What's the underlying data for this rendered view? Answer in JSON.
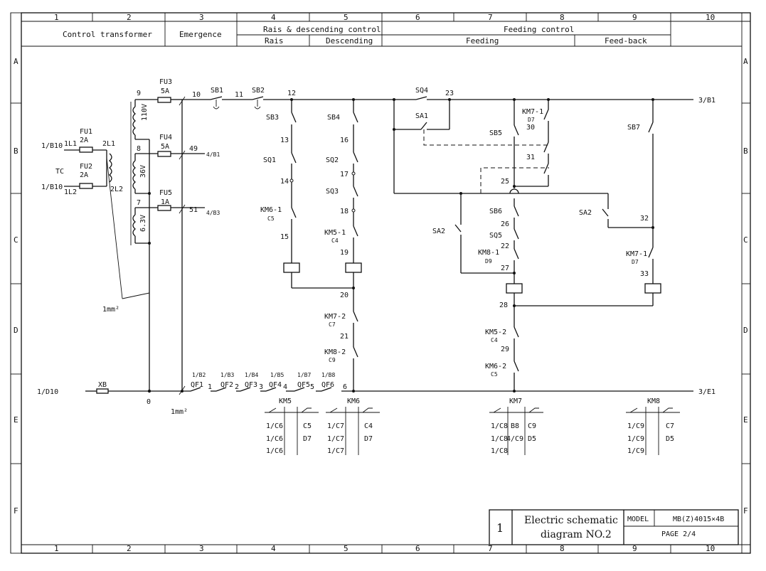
{
  "grid": {
    "columns": [
      "1",
      "2",
      "3",
      "4",
      "5",
      "6",
      "7",
      "8",
      "9",
      "10"
    ],
    "rows": [
      "A",
      "B",
      "C",
      "D",
      "E",
      "F"
    ]
  },
  "header": {
    "control_transformer": "Control transformer",
    "emergence": "Emergence",
    "rais_descending_control": "Rais & descending control",
    "rais": "Rais",
    "descending": "Descending",
    "feeding_control": "Feeding control",
    "feeding": "Feeding",
    "feed_back": "Feed-back"
  },
  "labels": {
    "fu1": "FU1",
    "fu1_rating": "2A",
    "fu2": "FU2",
    "fu2_rating": "2A",
    "fu3": "FU3",
    "fu3_rating": "5A",
    "fu4": "FU4",
    "fu4_rating": "5A",
    "fu5": "FU5",
    "fu5_rating": "1A",
    "ref_1b10_a": "1/B10",
    "ref_1b10_b": "1/B10",
    "n_1l1": "1L1",
    "n_1l2": "1L2",
    "n_2l1": "2L1",
    "n_2l2": "2L2",
    "tc": "TC",
    "v110": "110V",
    "v36": "36V",
    "v63": "6.3V",
    "n9": "9",
    "n8": "8",
    "n7": "7",
    "n10": "10",
    "n11": "11",
    "n12": "12",
    "n49": "49",
    "n51": "51",
    "ref_4b1": "4/B1",
    "ref_4b3": "4/B3",
    "mm2_a": "1mm²",
    "mm2_b": "1mm²",
    "sb1": "SB1",
    "sb2": "SB2",
    "sb3": "SB3",
    "sb4": "SB4",
    "n13": "13",
    "n14": "14",
    "n15": "15",
    "n16": "16",
    "n17": "17",
    "n18": "18",
    "n19": "19",
    "n20": "20",
    "n21": "21",
    "sq1": "SQ1",
    "sq2": "SQ2",
    "sq3": "SQ3",
    "km6_1": "KM6-1",
    "km6_1_ref": "C5",
    "km5_1": "KM5-1",
    "km5_1_ref": "C4",
    "km7_2": "KM7-2",
    "km7_2_ref": "C7",
    "km8_2": "KM8-2",
    "km8_2_ref": "C9",
    "sq4": "SQ4",
    "n23": "23",
    "sa1": "SA1",
    "km7_1_top": "KM7-1",
    "km7_1_top_ref": "D7",
    "n30": "30",
    "sb5": "SB5",
    "n31": "31",
    "n25": "25",
    "sb6": "SB6",
    "n26": "26",
    "sq5": "SQ5",
    "n22": "22",
    "km8_1": "KM8-1",
    "km8_1_ref": "D9",
    "n27": "27",
    "n28": "28",
    "km5_2": "KM5-2",
    "km5_2_ref": "C4",
    "n29": "29",
    "km6_2": "KM6-2",
    "km6_2_ref": "C5",
    "sa2_left": "SA2",
    "sa2_right": "SA2",
    "sb7": "SB7",
    "n32": "32",
    "km7_1_right": "KM7-1",
    "km7_1_right_ref": "D7",
    "n33": "33",
    "bus_top_ref": "3/B1",
    "bus_bottom_ref": "3/E1",
    "ref_1d10": "1/D10",
    "xb": "XB",
    "n0": "0",
    "b1_ref": "1/B2",
    "b2_ref": "1/B3",
    "b3_ref": "1/B4",
    "b4_ref": "1/B5",
    "b5_ref": "1/B7",
    "b6_ref": "1/B8",
    "qf1": "QF1",
    "qf2": "QF2",
    "qf3": "QF3",
    "qf4": "QF4",
    "qf5": "QF5",
    "qf6": "QF6",
    "q1": "1",
    "q2": "2",
    "q3": "3",
    "q4": "4",
    "q5": "5",
    "n6": "6"
  },
  "xref_tables": {
    "km5": {
      "title": "KM5",
      "rows": [
        [
          "1/C6",
          "C5"
        ],
        [
          "1/C6",
          "D7"
        ],
        [
          "1/C6",
          ""
        ]
      ]
    },
    "km6": {
      "title": "KM6",
      "rows": [
        [
          "1/C7",
          "C4"
        ],
        [
          "1/C7",
          "D7"
        ],
        [
          "1/C7",
          ""
        ]
      ]
    },
    "km7": {
      "title": "KM7",
      "rows": [
        [
          "1/C8",
          "B8"
        ],
        [
          "1/C8",
          "4/C9"
        ],
        [
          "1/C8",
          ""
        ]
      ],
      "extra": "C9",
      "extra2": "D5"
    },
    "km8": {
      "title": "KM8",
      "rows": [
        [
          "1/C9",
          "C7"
        ],
        [
          "1/C9",
          "D5"
        ],
        [
          "1/C9",
          ""
        ]
      ]
    }
  },
  "title_block": {
    "sheet_number": "1",
    "title_line1": "Electric schematic",
    "title_line2": "diagram NO.2",
    "model_label": "MODEL",
    "model_value": "MB(Z)4015×4B",
    "page": "PAGE  2/4"
  }
}
